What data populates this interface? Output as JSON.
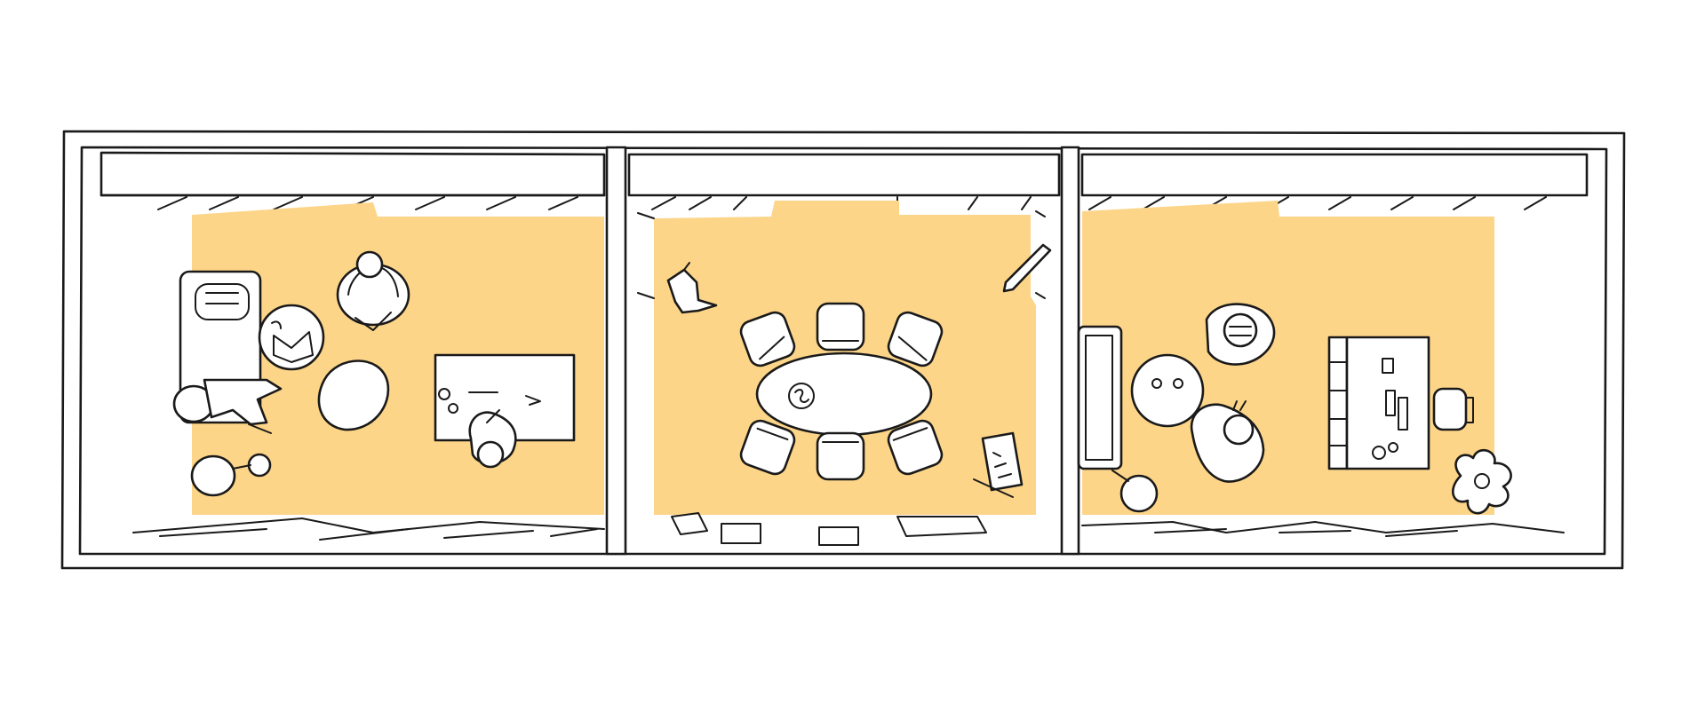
{
  "colors": {
    "floor": "#FDD589",
    "ink": "#1A1A1A",
    "paper": "#FFFFFF"
  },
  "rooms": [
    {
      "id": "lounge",
      "items": [
        "sofa-icon",
        "person-reading-icon",
        "person-standing-icon",
        "round-side-table-icon",
        "pouf-icon",
        "floor-lamp-icon",
        "desk-icon",
        "person-at-desk-icon"
      ]
    },
    {
      "id": "meeting-room",
      "items": [
        "oval-meeting-table-icon",
        "armchair-icon",
        "bird-icon",
        "pen-icon",
        "easel-sign-icon",
        "floor-mat-icon"
      ]
    },
    {
      "id": "office",
      "items": [
        "cabinet-icon",
        "round-coffee-table-icon",
        "armchair-icon",
        "desk-icon",
        "bookshelf-icon",
        "desk-chair-icon",
        "potted-plant-icon",
        "stool-icon"
      ]
    }
  ]
}
